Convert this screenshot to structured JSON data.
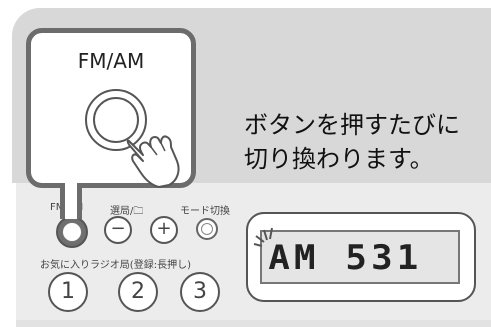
{
  "callout": {
    "title": "FM/AM"
  },
  "instruction": {
    "line1": "ボタンを押すたびに",
    "line2": "切り換わります。"
  },
  "device": {
    "fmam_label": "FM/AM",
    "select_label": "選局/🗀",
    "mode_label": "モード切換",
    "preset_label": "お気に入りラジオ局(登録:長押し)",
    "minus": "−",
    "plus": "+",
    "presets": [
      "1",
      "2",
      "3"
    ]
  },
  "display": {
    "text": "AM 531"
  }
}
